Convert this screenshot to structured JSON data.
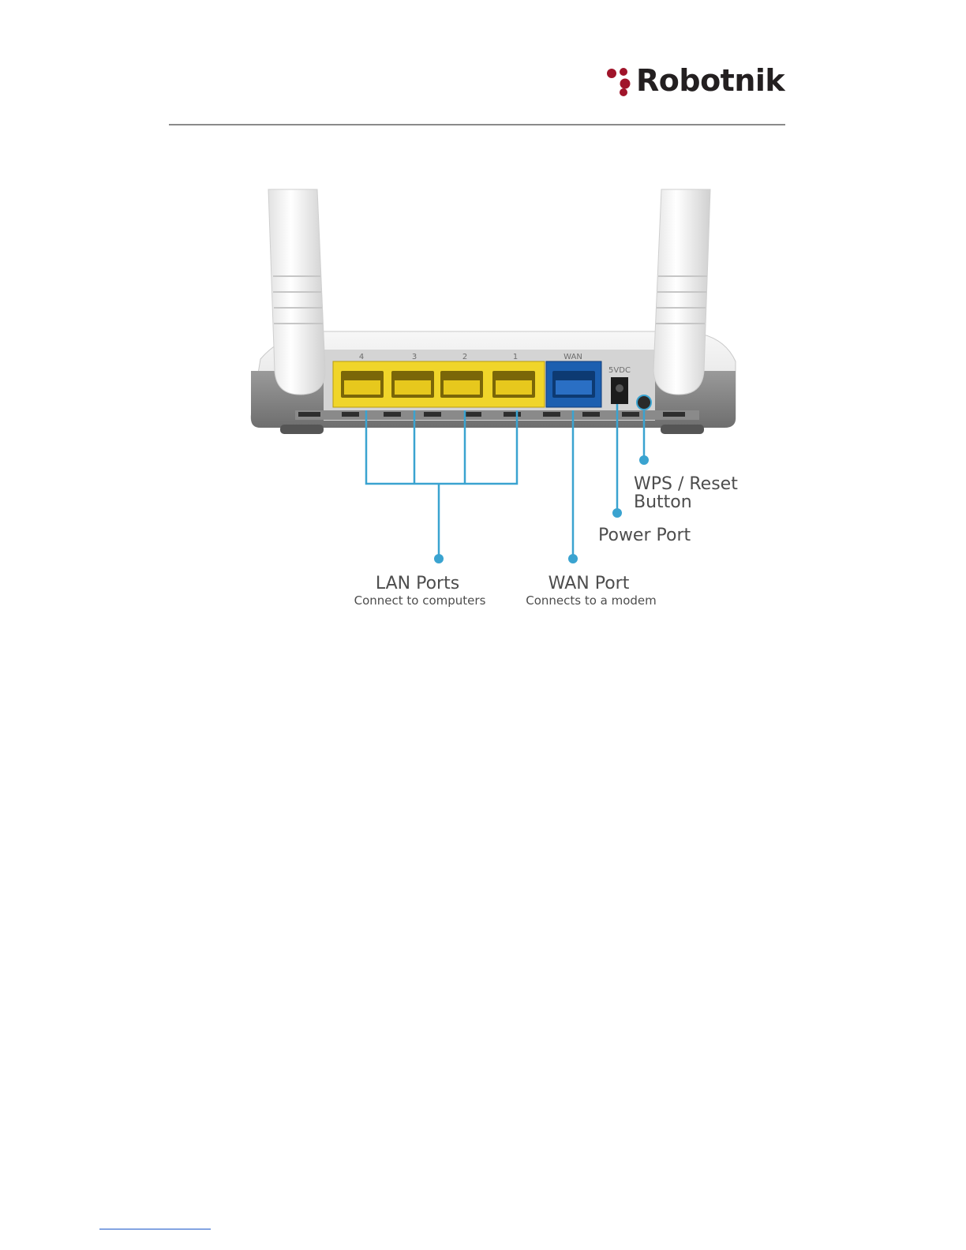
{
  "header": {
    "logo_text": "Robotnik",
    "logo_color": "#a0142a"
  },
  "figure": {
    "port_numbers": [
      "4",
      "3",
      "2",
      "1"
    ],
    "wan_label": "WAN",
    "power_label": "5VDC",
    "callouts": {
      "lan_title": "LAN Ports",
      "lan_subtitle": "Connect to computers",
      "wan_title": "WAN Port",
      "wan_subtitle": "Connects to a modem",
      "power_title": "Power Port",
      "wps_line1": "WPS / Reset",
      "wps_line2": "Button"
    },
    "colors": {
      "lan_port": "#f0d52a",
      "wan_port": "#1c5fb0",
      "callout_line": "#3aa3d0"
    }
  }
}
